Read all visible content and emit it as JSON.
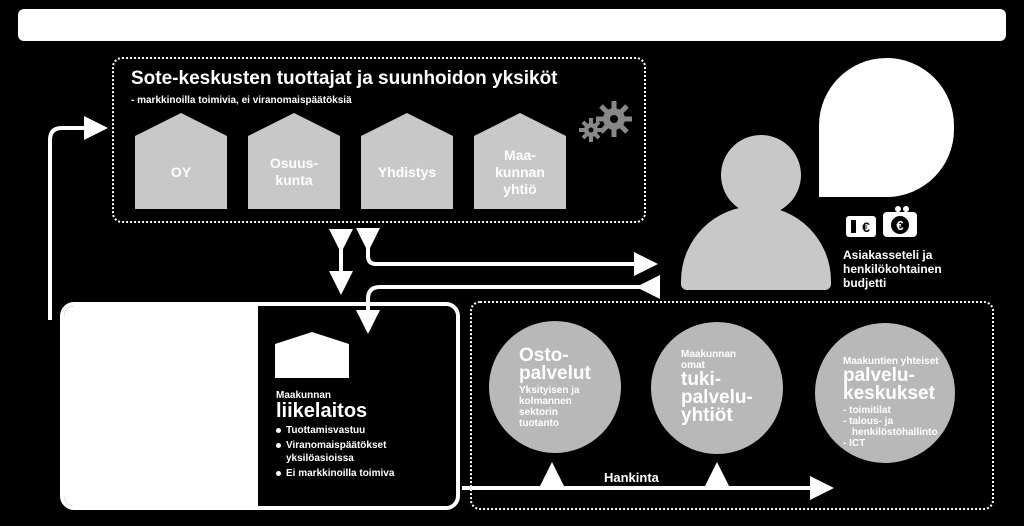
{
  "producers": {
    "title": "Sote-keskusten tuottajat ja suunhoidon yksiköt",
    "subtitle": "- markkinoilla toimivia, ei viranomaispäätöksiä",
    "houses": [
      {
        "line1": "OY",
        "line2": "",
        "line3": ""
      },
      {
        "line1": "Osuus-",
        "line2": "kunta",
        "line3": ""
      },
      {
        "line1": "Yhdistys",
        "line2": "",
        "line3": ""
      },
      {
        "line1": "Maa-",
        "line2": "kunnan",
        "line3": "yhtiö"
      }
    ]
  },
  "customer": {
    "voucher_line1": "Asiakasseteli ja",
    "voucher_line2": "henkilökohtainen",
    "voucher_line3": "budjetti",
    "euro_symbol": "€"
  },
  "liikelaitos": {
    "label": "Maakunnan",
    "title": "liikelaitos",
    "items": [
      "Tuottamisvastuu",
      "Viranomaispäätökset yksilöasioissa",
      "Ei markkinoilla toimiva"
    ]
  },
  "services": {
    "osto": {
      "title1": "Osto-",
      "title2": "palvelut",
      "desc1": "Yksityisen ja",
      "desc2": "kolmannen",
      "desc3": "sektorin",
      "desc4": "tuotanto"
    },
    "tuki": {
      "pre1": "Maakunnan",
      "pre2": "omat",
      "title1": "tuki-",
      "title2": "palvelu-",
      "title3": "yhtiöt"
    },
    "keskukset": {
      "pre": "Maakuntien yhteiset",
      "title1": "palvelu-",
      "title2": "keskukset",
      "items": [
        "- toimitilat",
        "- talous- ja",
        "henkilöstöhallinto",
        "- ICT"
      ]
    }
  },
  "hankinta": "Hankinta",
  "colors": {
    "background": "#000000",
    "shape": "#c8c8c8",
    "circle": "#b8b8b8",
    "line": "#ffffff"
  }
}
